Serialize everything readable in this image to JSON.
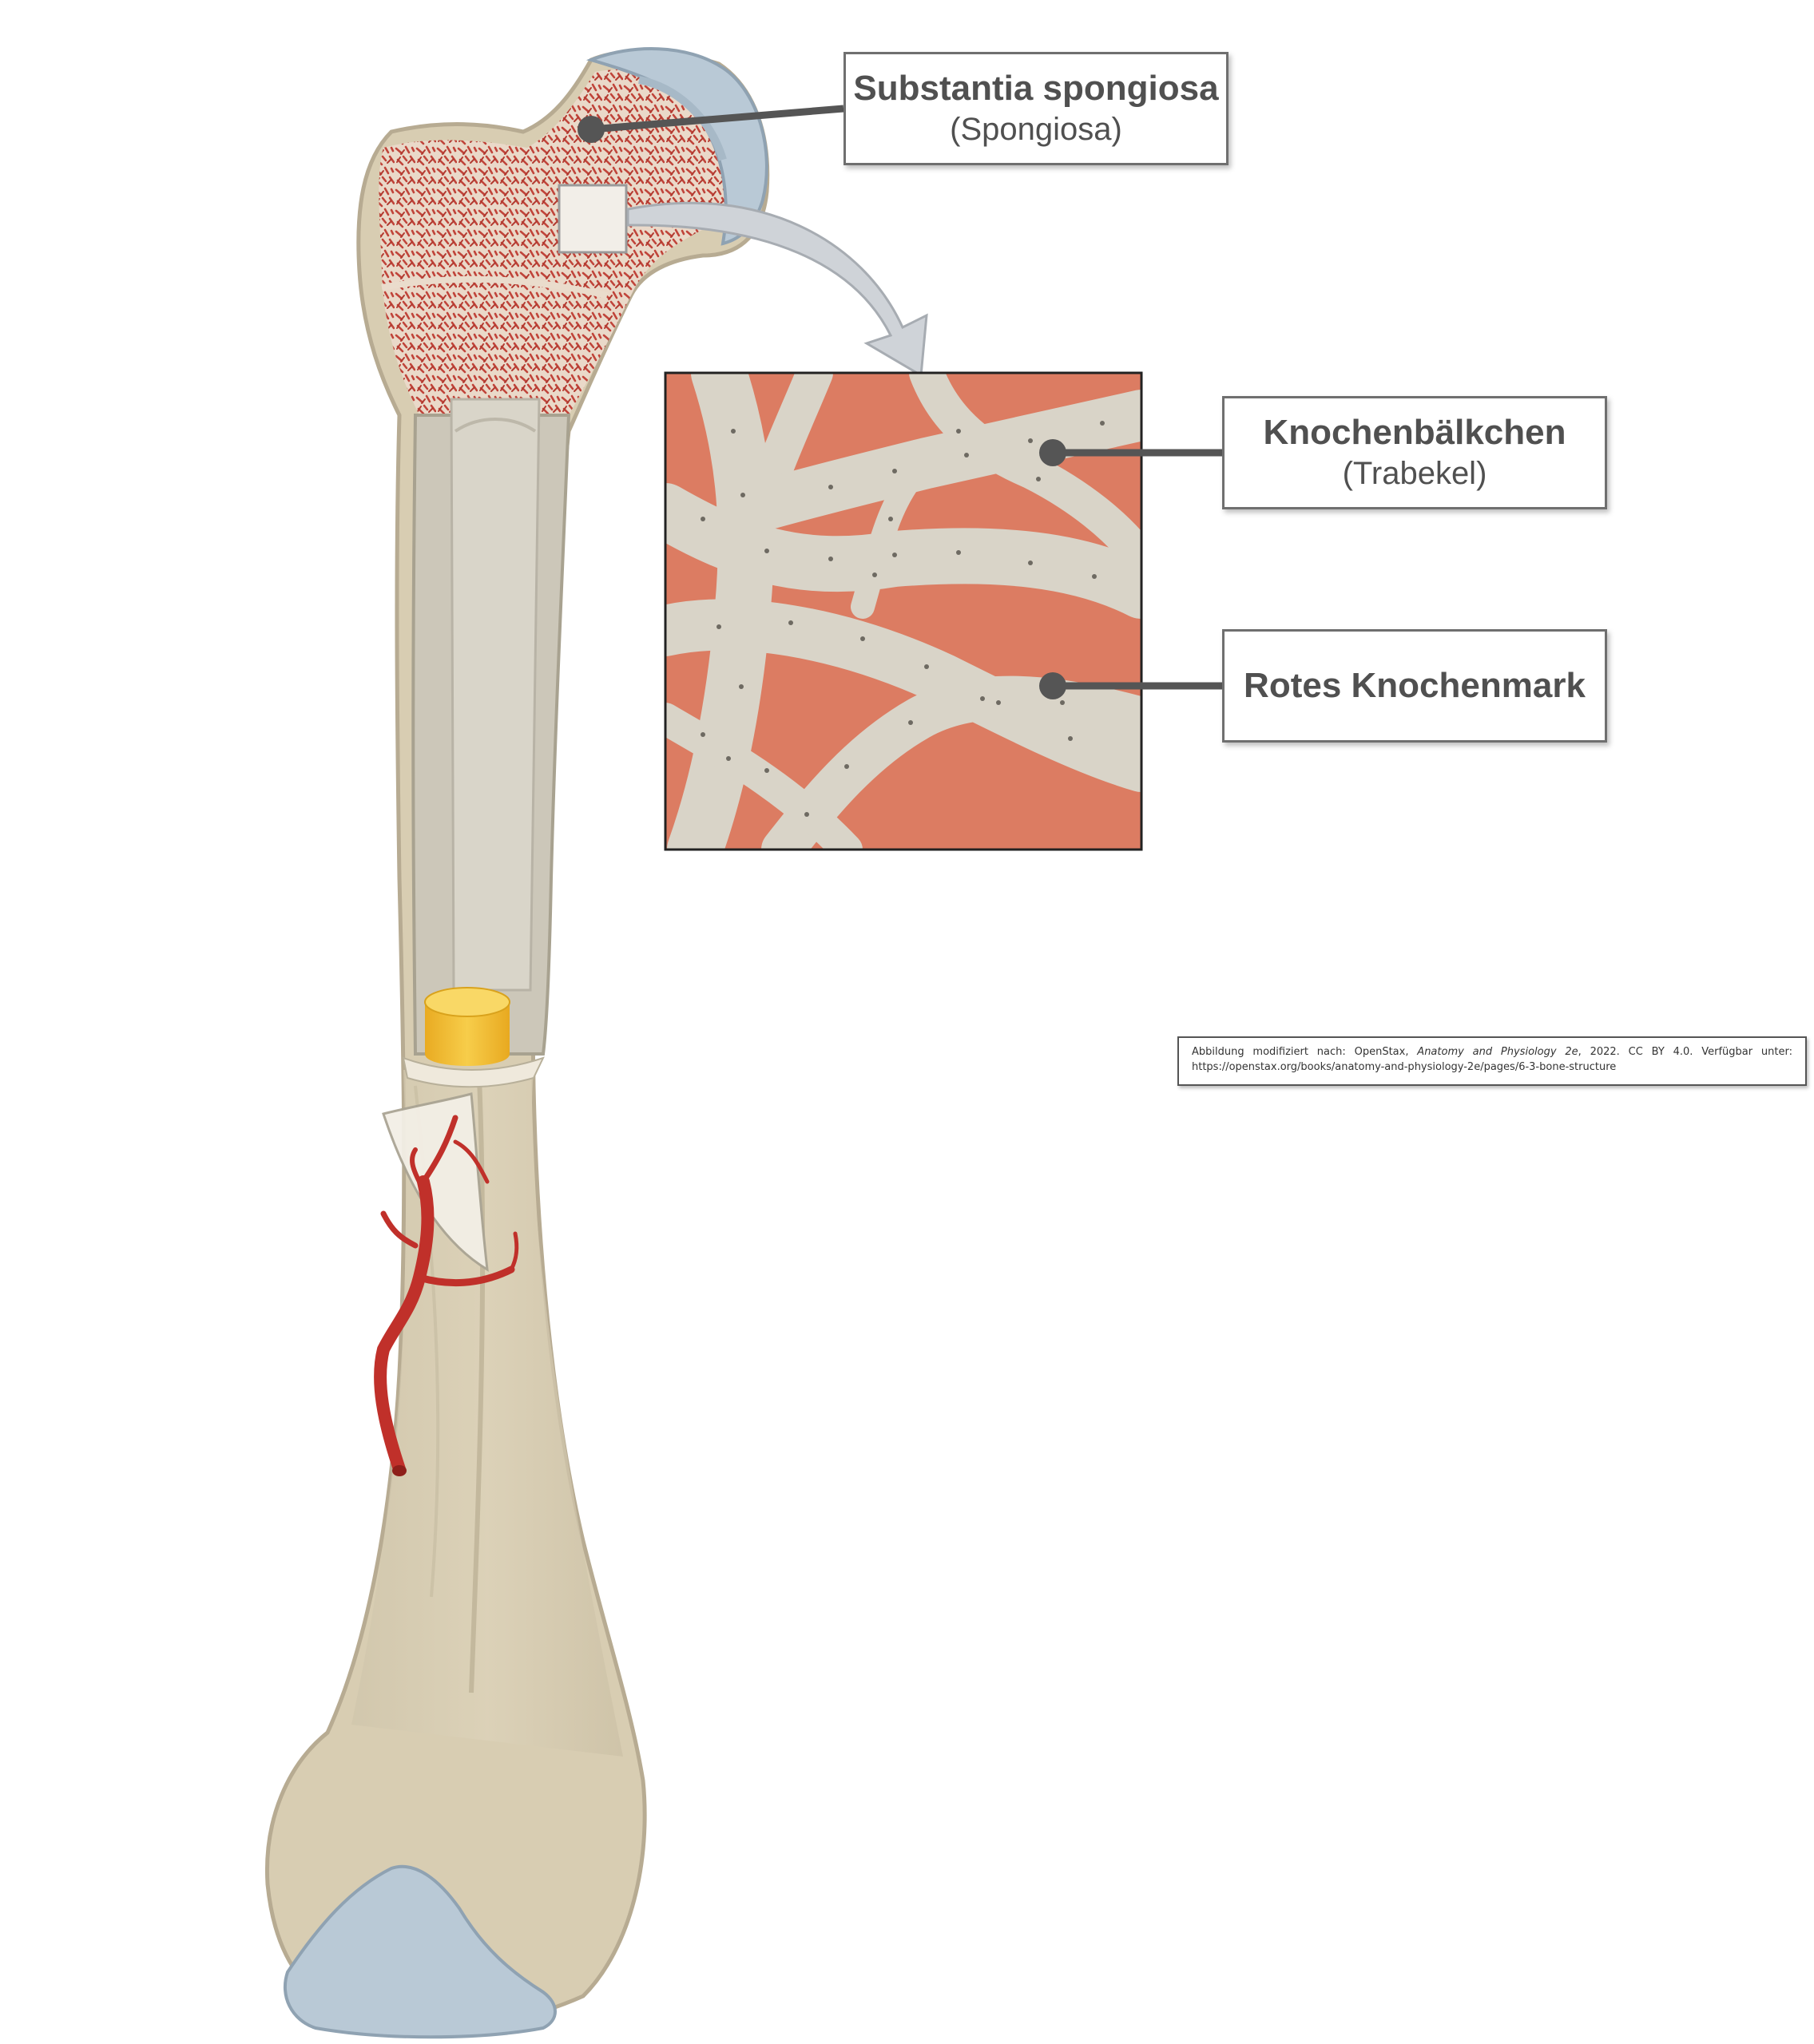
{
  "labels": {
    "spongiosa": {
      "main": "Substantia spongiosa",
      "sub": "(Spongiosa)"
    },
    "trabekel": {
      "main": "Knochenbälkchen",
      "sub": "(Trabekel)"
    },
    "knochenmark": {
      "main": "Rotes Knochenmark"
    }
  },
  "credit": {
    "prefix": "Abbildung modifiziert nach: OpenStax, ",
    "book": "Anatomy and Physiology 2e",
    "suffix": ", 2022. CC BY 4.0. Verfügbar unter: https://openstax.org/books/anatomy-and-physiology-2e/pages/6-3-bone-structure"
  },
  "colors": {
    "bone": "#d8cdb2",
    "bone_outline": "#b7ab92",
    "cartilage": "#b9c9d6",
    "marrow": "#dc7c62",
    "trabecula": "#d9d4c8",
    "artery": "#c0302a",
    "yellow_marrow": "#f2c238",
    "leader": "#555555"
  }
}
